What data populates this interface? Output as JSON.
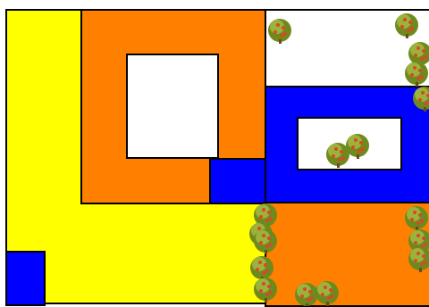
{
  "palette": {
    "yellow": "#ffff00",
    "orange": "#ff8000",
    "blue": "#0000ff",
    "white": "#ffffff",
    "outline": "#000000",
    "tree_foliage": "#6f8a1c",
    "tree_fruit": "#d8482a"
  },
  "map": {
    "zones": [
      {
        "name": "yellow-zone",
        "color": "yellow"
      },
      {
        "name": "orange-zone-top",
        "color": "orange"
      },
      {
        "name": "white-lot-top",
        "color": "white"
      },
      {
        "name": "blue-lot-small",
        "color": "blue"
      },
      {
        "name": "white-lot-topright",
        "color": "white"
      },
      {
        "name": "blue-zone-right",
        "color": "blue"
      },
      {
        "name": "white-lot-right",
        "color": "white"
      },
      {
        "name": "orange-zone-bottomright",
        "color": "orange"
      },
      {
        "name": "blue-lot-bottomleft",
        "color": "blue"
      }
    ],
    "tree_icon": "fruit-tree-icon",
    "tree_count": 17
  }
}
